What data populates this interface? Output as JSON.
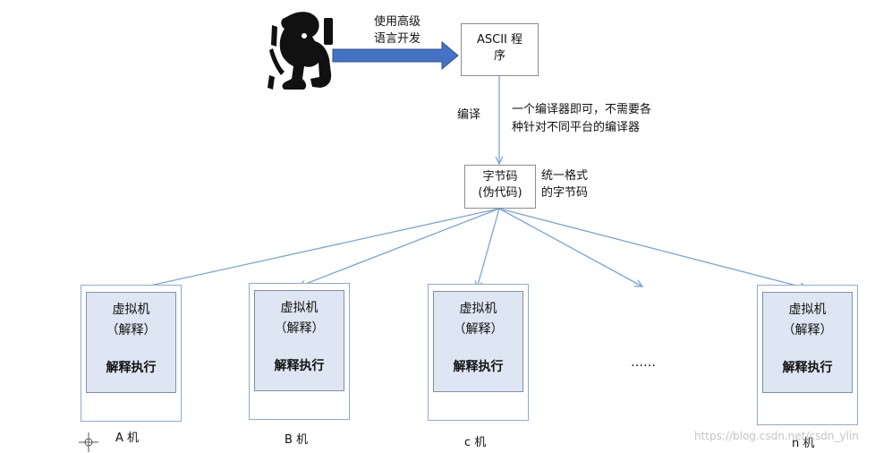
{
  "top": {
    "arrow_label_line1": "使用高级",
    "arrow_label_line2": "语言开发",
    "source_box_line1": "ASCII 程",
    "source_box_line2": "序",
    "compile_label": "编译",
    "compile_note_line1": "一个编译器即可，不需要各",
    "compile_note_line2": "种针对不同平台的编译器"
  },
  "bytecode": {
    "box_line1": "字节码",
    "box_line2": "(伪代码)",
    "note_line1": "统一格式",
    "note_line2": "的字节码"
  },
  "machines": [
    {
      "vm_line1": "虚拟机",
      "vm_line2": "（解释）",
      "vm_line3": "解释执行",
      "label": "A 机"
    },
    {
      "vm_line1": "虚拟机",
      "vm_line2": "（解释）",
      "vm_line3": "解释执行",
      "label": "B 机"
    },
    {
      "vm_line1": "虚拟机",
      "vm_line2": "（解释）",
      "vm_line3": "解释执行",
      "label": "c 机"
    },
    {
      "vm_line1": "虚拟机",
      "vm_line2": "（解释）",
      "vm_line3": "解释执行",
      "label": "n 机"
    }
  ],
  "ellipsis": "……",
  "watermark": "https://blog.csdn.net/csdn_ylin",
  "colors": {
    "arrow_fill": "#4472c4",
    "thin_arrow": "#7aa4d6",
    "vm_fill": "#dde6f2",
    "vm_border": "#8eaad0"
  },
  "icons": {
    "developer": "developer-silhouette-icon",
    "cursor": "crosshair-cursor-icon"
  }
}
